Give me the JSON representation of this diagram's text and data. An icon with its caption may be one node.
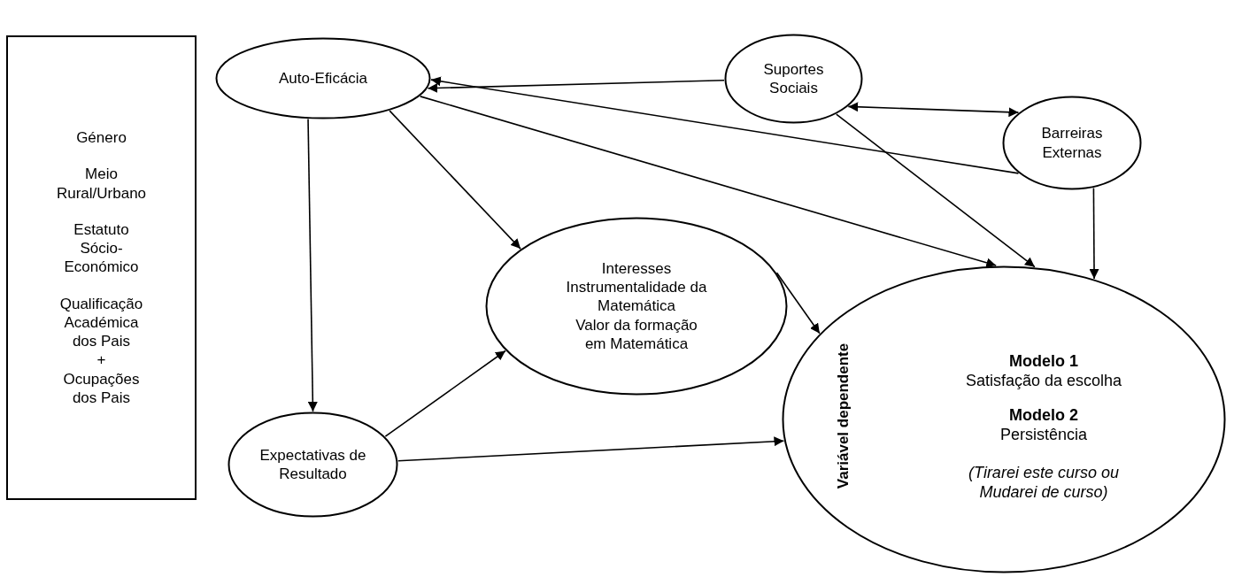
{
  "diagram": {
    "nodes": [
      {
        "text": [
          "Género",
          "Meio Rural/Urbano",
          "Estatuto Sócio-Económico",
          "Qualificação Académica dos Pais",
          "+",
          "Ocupações dos Pais"
        ]
      },
      {
        "text": [
          "Auto-Eficácia"
        ]
      },
      {
        "text": [
          "Suportes Sociais"
        ]
      },
      {
        "text": [
          "Barreiras Externas"
        ]
      },
      {
        "text": [
          "Interesses",
          "Instrumentalidade da Matemática",
          "Valor da formação em Matemática"
        ]
      },
      {
        "text": [
          "Expectativas de Resultado"
        ]
      },
      {
        "text": [
          "Variável dependente",
          "Modelo 1",
          "Satisfação da escolha",
          "Modelo 2",
          "Persistência",
          "(Tirarei este curso ou Mudarei de curso)"
        ]
      }
    ],
    "edges": [
      {
        "from": 2,
        "to": 1,
        "arrow": "to"
      },
      {
        "from": 3,
        "to": 1,
        "arrow": "to"
      },
      {
        "from": 2,
        "to": 3,
        "arrow": "both"
      },
      {
        "from": 1,
        "to": 6,
        "arrow": "to"
      },
      {
        "from": 1,
        "to": 5,
        "arrow": "to"
      },
      {
        "from": 1,
        "to": 4,
        "arrow": "to"
      },
      {
        "from": 2,
        "to": 6,
        "arrow": "to"
      },
      {
        "from": 3,
        "to": 6,
        "arrow": "to"
      },
      {
        "from": 4,
        "to": 6,
        "arrow": "to"
      },
      {
        "from": 5,
        "to": 4,
        "arrow": "to"
      },
      {
        "from": 5,
        "to": 6,
        "arrow": "to"
      }
    ]
  }
}
